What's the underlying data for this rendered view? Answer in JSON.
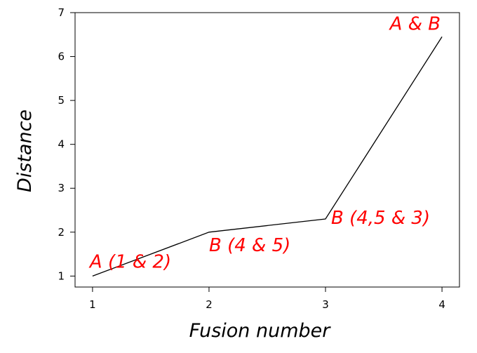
{
  "chart_data": {
    "type": "line",
    "title": "",
    "xlabel": "Fusion number",
    "ylabel": "Distance",
    "x": [
      1,
      2,
      3,
      4
    ],
    "xticks": [
      1,
      2,
      3,
      4
    ],
    "yticks": [
      1,
      2,
      3,
      4,
      5,
      6,
      7
    ],
    "xlim": [
      0.85,
      4.15
    ],
    "ylim": [
      0.75,
      7.0
    ],
    "grid": false,
    "line_color": "#000000",
    "label_color": "#ff0000",
    "series": [
      {
        "values": [
          1.0,
          2.0,
          2.3,
          6.45
        ]
      }
    ],
    "annotations": [
      {
        "x": 1,
        "y": 1.0,
        "text": "A (1 & 2)"
      },
      {
        "x": 2,
        "y": 2.0,
        "text": "B (4 & 5)"
      },
      {
        "x": 3,
        "y": 2.3,
        "text": "B (4,5 & 3)"
      },
      {
        "x": 4,
        "y": 6.45,
        "text": "A & B"
      }
    ]
  }
}
